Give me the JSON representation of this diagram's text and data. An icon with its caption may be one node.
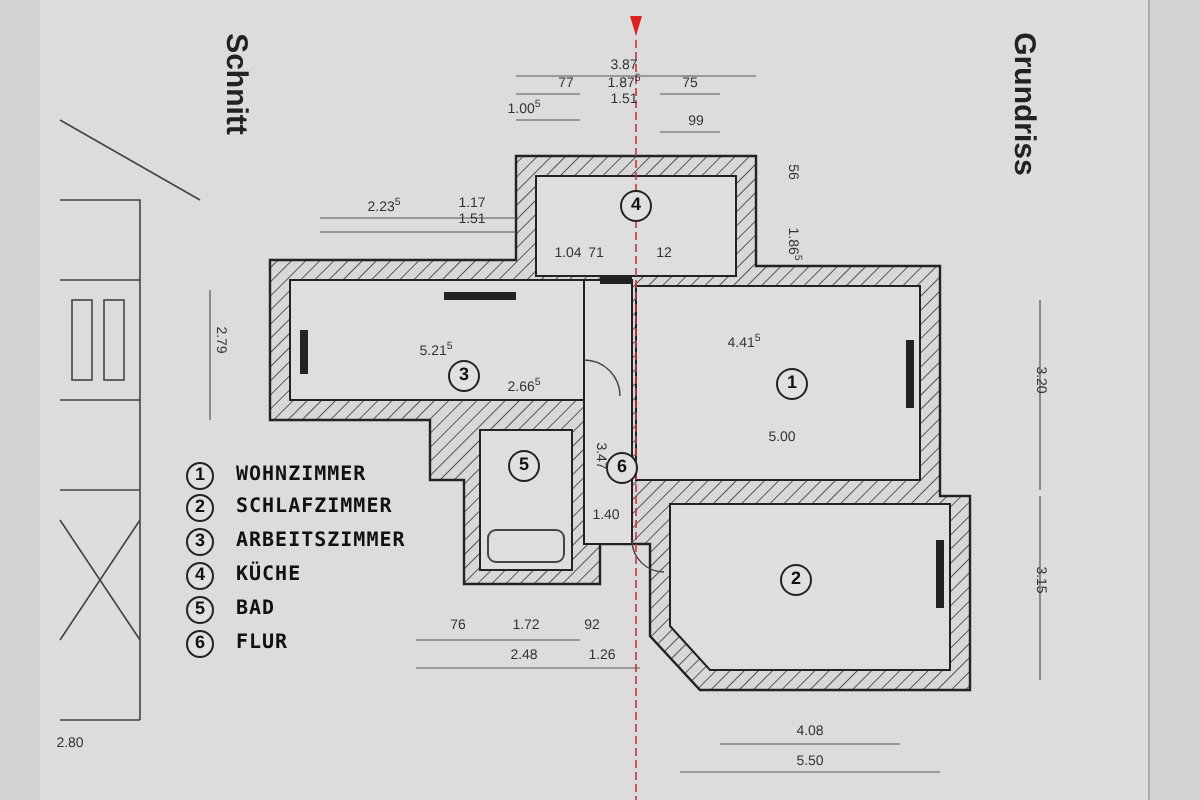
{
  "diagram": {
    "nodes": [
      {
        "text": [
          "4"
        ]
      },
      {
        "text": [
          "3"
        ]
      },
      {
        "text": [
          "1"
        ]
      },
      {
        "text": [
          "5"
        ]
      },
      {
        "text": [
          "6"
        ]
      },
      {
        "text": [
          "2"
        ]
      },
      {
        "text": [
          "1"
        ]
      },
      {
        "text": [
          "2"
        ]
      },
      {
        "text": [
          "3"
        ]
      },
      {
        "text": [
          "4"
        ]
      },
      {
        "text": [
          "5"
        ]
      },
      {
        "text": [
          "6"
        ]
      }
    ],
    "edges": [],
    "labels": [
      "Schnitt",
      "Grundriss",
      "3.87",
      "77",
      "1.87$^{5}$",
      "75",
      "1.51",
      "1.00$^{5}$",
      "99",
      "2.23$^{5}$",
      "1.17",
      "1.51",
      "56",
      "1.86$^{5}$",
      "1.04",
      "71",
      "12",
      "2.79",
      "5.21$^{5}$",
      "4.41$^{5}$",
      "2.66$^{5}$",
      "5.00",
      "3.47",
      "1.40",
      "3.20",
      "3.15",
      "76",
      "1.72",
      "92",
      "2.48",
      "1.26",
      "4.08",
      "5.50",
      "2.80",
      "WOHNZIMMER",
      "SCHLAFZIMMER",
      "ARBEITSZIMMER",
      "KÜCHE",
      "BAD",
      "FLUR"
    ]
  }
}
